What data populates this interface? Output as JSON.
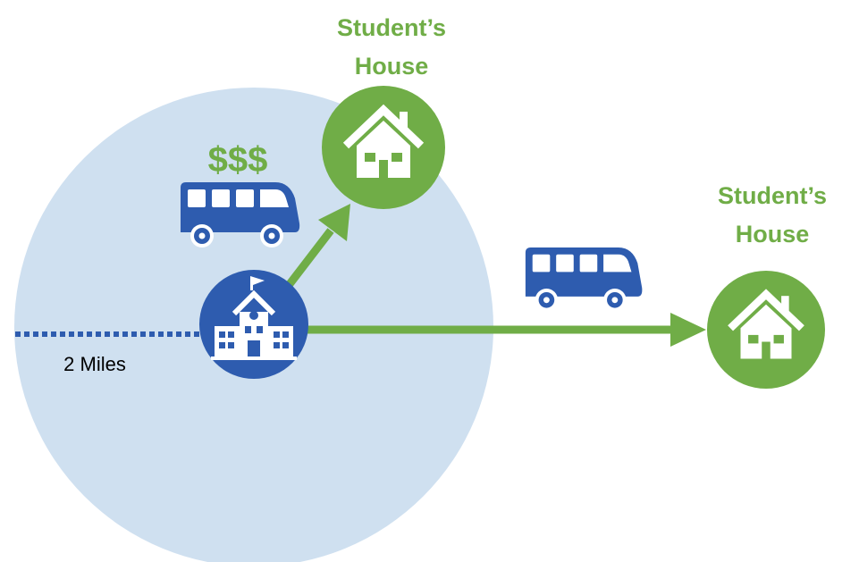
{
  "colors": {
    "radius_zone": "#cfe0f0",
    "school": "#2e5caf",
    "house": "#70ad47",
    "arrow": "#70ad47",
    "bus": "#2e5caf",
    "cost": "#70ad47",
    "dotted_line": "#2e5caf",
    "text": "#000000"
  },
  "labels": {
    "house_near": [
      "Student’s",
      "House"
    ],
    "house_far": [
      "Student’s",
      "House"
    ],
    "cost": "$$$",
    "distance": "2 Miles"
  },
  "icons": {
    "school": "school-building-icon",
    "house": "house-icon",
    "bus": "bus-icon"
  }
}
